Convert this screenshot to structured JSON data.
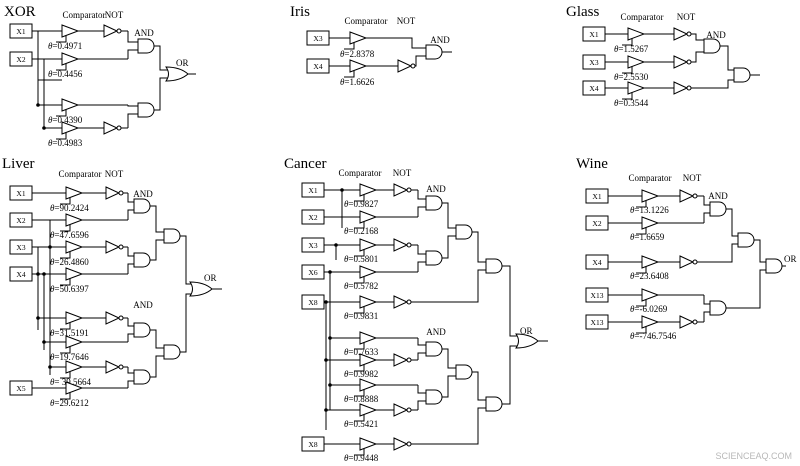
{
  "watermark": "SCIENCEAQ.COM",
  "gate_labels": {
    "comparator": "Comparator",
    "not": "NOT",
    "and": "AND",
    "or": "OR"
  },
  "theta_symbol": "θ",
  "circuits": [
    {
      "id": "xor",
      "title": "XOR",
      "inputs": [
        "X1",
        "X2"
      ],
      "thresholds": [
        "0.4971",
        "0.4456",
        "0.4390",
        "0.4983"
      ]
    },
    {
      "id": "iris",
      "title": "Iris",
      "inputs": [
        "X3",
        "X4"
      ],
      "thresholds": [
        "2.8378",
        "1.6626"
      ]
    },
    {
      "id": "glass",
      "title": "Glass",
      "inputs": [
        "X1",
        "X3",
        "X4"
      ],
      "thresholds": [
        "1.5267",
        "2.5530",
        "0.3544"
      ]
    },
    {
      "id": "liver",
      "title": "Liver",
      "inputs": [
        "X1",
        "X2",
        "X3",
        "X4",
        "X5"
      ],
      "thresholds": [
        "90.2424",
        "47.6596",
        "26.4860",
        "50.6397",
        "31.5191",
        "19.7646",
        " 39.5664",
        "29.6212"
      ]
    },
    {
      "id": "cancer",
      "title": "Cancer",
      "inputs": [
        "X1",
        "X2",
        "X3",
        "X6",
        "X8",
        "X8"
      ],
      "thresholds": [
        "0.9827",
        "0.2168",
        "0.5801",
        "0.5782",
        "0.9831",
        "0.7633",
        "0.9982",
        "0.8888",
        "0.5421",
        "0.9448"
      ]
    },
    {
      "id": "wine",
      "title": "Wine",
      "inputs": [
        "X1",
        "X2",
        "X4",
        "X13",
        "X13"
      ],
      "thresholds": [
        "13.1226",
        "1.6659",
        "23.6408",
        "-6.0269",
        "-746.7546"
      ]
    }
  ]
}
